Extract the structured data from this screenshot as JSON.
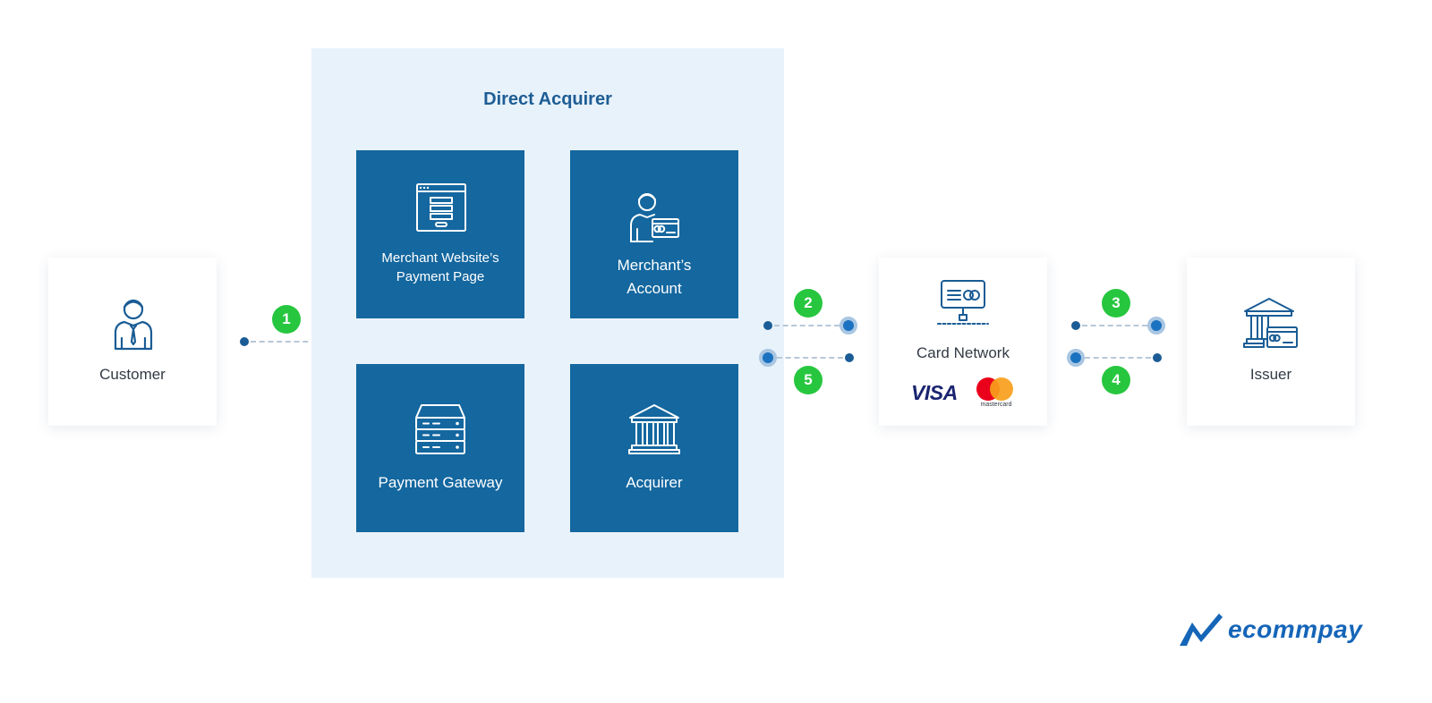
{
  "customer": {
    "label": "Customer"
  },
  "direct_acquirer": {
    "title": "Direct Acquirer",
    "tiles": {
      "payment_page": {
        "line1": "Merchant Website’s",
        "line2": "Payment Page"
      },
      "merchants_account": {
        "line1": "Merchant’s",
        "line2": "Account"
      },
      "payment_gateway": {
        "label": "Payment Gateway"
      },
      "acquirer": {
        "label": "Acquirer"
      }
    }
  },
  "card_network": {
    "label": "Card Network",
    "visa": "VISA",
    "mastercard": "mastercard"
  },
  "issuer": {
    "label": "Issuer"
  },
  "steps": [
    "1",
    "2",
    "3",
    "4",
    "5"
  ],
  "brand": {
    "name": "ecommpay"
  },
  "colors": {
    "tile": "#14679f",
    "panel": "#e8f2fb",
    "step_badge": "#27c63f",
    "brand": "#1565b8"
  }
}
